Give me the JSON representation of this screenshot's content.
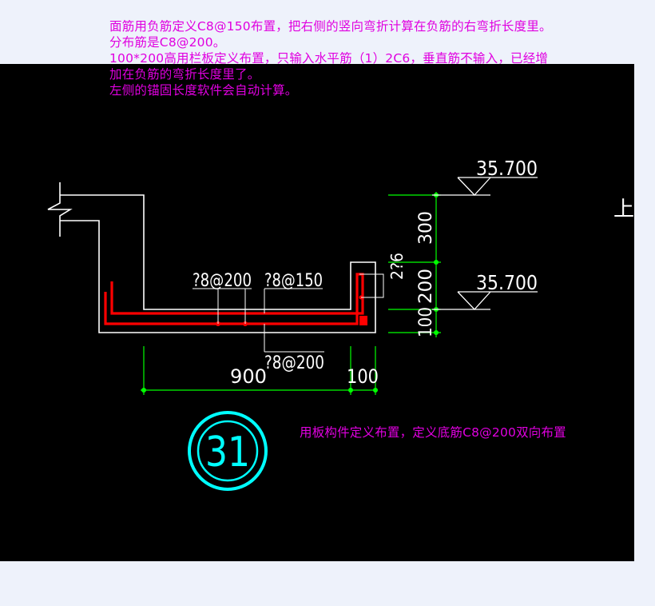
{
  "notes": {
    "top": [
      "面筋用负筋定义C8@150布置，把右侧的竖向弯折计算在负筋的右弯折长度里。",
      "分布筋是C8@200。",
      "100*200高用栏板定义布置，只输入水平筋（1）2C6，垂直筋不输入，已经增",
      "加在负筋的弯折长度里了。",
      "左侧的锚固长度软件会自动计算。"
    ],
    "bottom": "用板构件定义布置，定义底筋C8@200双向布置"
  },
  "drawing": {
    "elevation_upper": "35.700",
    "elevation_lower": "35.700",
    "dim_300": "300",
    "dim_200": "200",
    "dim_100_v": "100",
    "dim_900": "900",
    "dim_100_h": "100",
    "rebar_2c6": "2?6",
    "rebar_top_left": "?8@200",
    "rebar_top_right": "?8@150",
    "rebar_bottom": "?8@200",
    "detail_number": "31",
    "edge_char": "上"
  },
  "colors": {
    "background": "#000000",
    "page": "#eef2fb",
    "outline": "#ffffff",
    "rebar": "#ff0000",
    "dimension": "#00ff00",
    "text": "#ffffff",
    "detail_circle": "#00ffff",
    "note": "#e000e0"
  }
}
